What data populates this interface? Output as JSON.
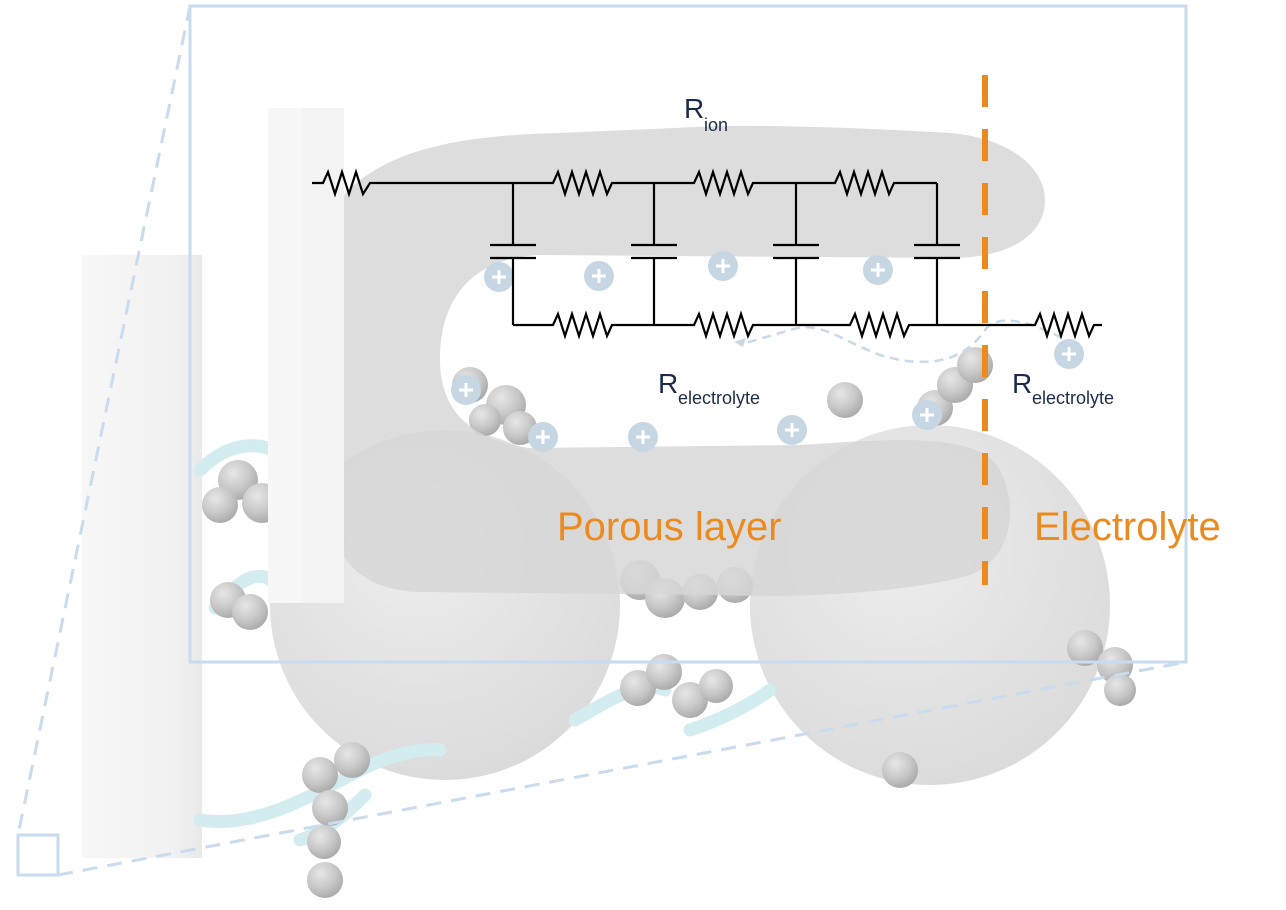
{
  "labels": {
    "r_ion": {
      "main": "R",
      "sub": "ion"
    },
    "r_electrolyte_porous": {
      "main": "R",
      "sub": "electrolyte"
    },
    "r_electrolyte_bulk": {
      "main": "R",
      "sub": "electrolyte"
    },
    "porous_layer": "Porous layer",
    "electrolyte": "Electrolyte"
  },
  "colors": {
    "accent": "#ec8a1e",
    "text": "#1c2b49",
    "frame": "#c7d9ec",
    "particle": "#8c8c8c",
    "binder": "#a9dbe3",
    "wire": "#000000"
  },
  "icons": {
    "ion": "plus-circle-icon"
  }
}
